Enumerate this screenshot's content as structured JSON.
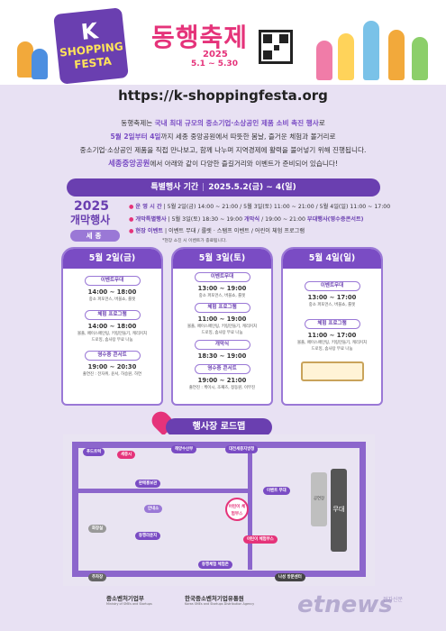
{
  "header": {
    "logo_text": "K SHOPPING FESTA",
    "title": "동행축제",
    "year": "2025",
    "dates": "5.1 ~ 5.30"
  },
  "url": "https://k-shoppingfesta.org",
  "intro": {
    "line1_a": "동행축제는 ",
    "line1_hl": "국내 최대 규모의 중소기업·소상공인 제품 소비 촉진 행사",
    "line1_b": "로",
    "line2_hl": "5월 2일부터 4일",
    "line2_b": "까지 세종 중앙공원에서 따뜻한 봄날, 즐거운 체험과 볼거리로",
    "line3": "중소기업·소상공인 제품을 직접 만나보고, 함께 나누며 지역경제에 활력을 불어넣기 위해 진행됩니다.",
    "line4_hl": "세종중앙공원",
    "line4_b": "에서 아래와 같이 다양한 즐길거리와 이벤트가 준비되어 있습니다!"
  },
  "period": {
    "label": "특별행사 기간",
    "value": "2025.5.2(금) ~ 4(일)"
  },
  "opening": {
    "year": "2025",
    "label": "개막행사",
    "badge": "세종"
  },
  "info": {
    "r1_key": "운 영 시 간",
    "r1_val": "5월 2일(금) 14:00 ~ 21:00 / 5월 3일(토) 11:00 ~ 21:00 / 5월 4일(일) 11:00 ~ 17:00",
    "r2_key": "개막특별행사",
    "r2_val": "5월 3일(토) 18:30 ~ 19:00",
    "r2_key2": "개막식",
    "r2_val2": "19:00 ~ 21:00",
    "r2_tail": "부대행사(영수증콘서트)",
    "r3_key": "현장 이벤트",
    "r3_val": "이벤트 무대 / 룰렛 · 스탬프 이벤트 / 어린이 체험 프로그램",
    "note": "*현장 소진 시 이벤트가 종료됩니다."
  },
  "days": [
    {
      "head": "5월 2일(금)",
      "events": [
        {
          "name": "이벤트무대",
          "time": "14:00 ~ 18:00",
          "desc": "중소 퍼포먼스, 버블쇼, 룰렛"
        },
        {
          "name": "체험 프로그램",
          "time": "14:00 ~ 18:00",
          "desc": "볼풀, 페이스페인팅, 키링만들기, 캐리커처드로잉, 솜사탕 무료 나눔"
        },
        {
          "name": "영수증 콘서트",
          "time": "19:00 ~ 20:30",
          "desc": "출연진 : 전자위, 윤서, 하승원, 하연"
        }
      ]
    },
    {
      "head": "5월 3일(토)",
      "events": [
        {
          "name": "이벤트무대",
          "time": "13:00 ~ 19:00",
          "desc": "중소 퍼포먼스, 버블쇼, 룰렛"
        },
        {
          "name": "체험 프로그램",
          "time": "11:00 ~ 19:00",
          "desc": "볼풀, 페이스페인팅, 키링만들기, 캐리커처드로잉, 솜사탕 무료 나눔"
        },
        {
          "name": "개막식",
          "time": "18:30 ~ 19:00",
          "desc": ""
        },
        {
          "name": "영수증 콘서트",
          "time": "19:00 ~ 21:00",
          "desc": "출연진 : 케이시, 조째즈, 정동원, 이무진"
        }
      ]
    },
    {
      "head": "5월 4일(일)",
      "events": [
        {
          "name": "이벤트무대",
          "time": "13:00 ~ 17:00",
          "desc": "중소 퍼포먼스, 버블쇼, 룰렛"
        },
        {
          "name": "체험 프로그램",
          "time": "11:00 ~ 17:00",
          "desc": "볼풀, 페이스페인팅, 키링만들기, 캐리커처드로잉, 솜사탕 무료 나눔"
        }
      ]
    }
  ],
  "map": {
    "title": "행사장 로드맵",
    "labels": {
      "food": "푸드트럭",
      "sejong": "세종시",
      "marine": "해양수산부",
      "daejeon": "대전세종지방청",
      "promo": "판매홍보관",
      "kids": "어린이 체험부스",
      "stage": "이벤트 무대",
      "kids2": "어린이 체험부스",
      "lounge": "동행라운지",
      "experience": "동행체험 체험존",
      "toilet": "화장실",
      "parking": "주차장",
      "info": "안내소",
      "entrance": "나성 방문센터"
    },
    "big_building": "무대",
    "small_building": "공연장"
  },
  "footer": {
    "org1": "중소벤처기업부",
    "org1_en": "Ministry of SMEs and Startups",
    "org2": "한국중소벤처기업유통원",
    "org2_en": "Korea SMEs and Startups Distribution Agency",
    "watermark": "etnews",
    "watermark_small": "전자신문"
  },
  "colors": {
    "primary": "#6a3fb0",
    "accent": "#e5337a",
    "background": "#e8e1f3"
  }
}
